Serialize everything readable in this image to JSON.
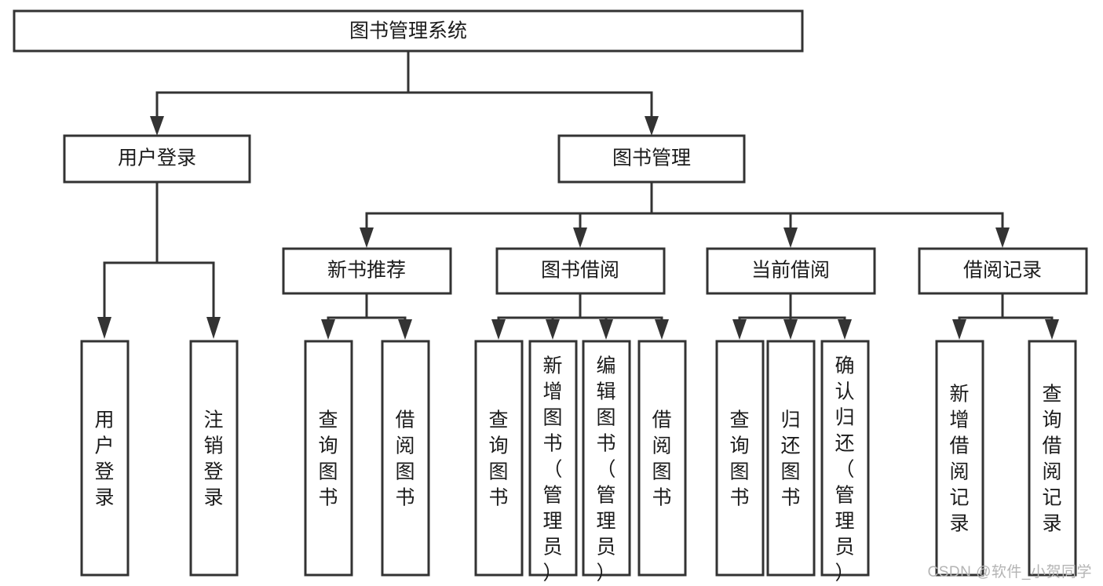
{
  "diagram": {
    "title": "图书管理系统",
    "type": "tree-hierarchy-chart",
    "root": {
      "id": "root",
      "label": "图书管理系统",
      "orientation": "horizontal"
    },
    "level2": [
      {
        "id": "user-login",
        "label": "用户登录",
        "orientation": "horizontal"
      },
      {
        "id": "book-manage",
        "label": "图书管理",
        "orientation": "horizontal"
      }
    ],
    "level3": [
      {
        "id": "new-book-recommend",
        "label": "新书推荐",
        "parent": "book-manage",
        "orientation": "horizontal"
      },
      {
        "id": "book-borrow",
        "label": "图书借阅",
        "parent": "book-manage",
        "orientation": "horizontal"
      },
      {
        "id": "current-borrow",
        "label": "当前借阅",
        "parent": "book-manage",
        "orientation": "horizontal"
      },
      {
        "id": "borrow-record",
        "label": "借阅记录",
        "parent": "book-manage",
        "orientation": "horizontal"
      }
    ],
    "leaves": [
      {
        "id": "leaf-user-login",
        "label": "用户登录",
        "parent": "user-login",
        "orientation": "vertical"
      },
      {
        "id": "leaf-logout-login",
        "label": "注销登录",
        "parent": "user-login",
        "orientation": "vertical"
      },
      {
        "id": "leaf-query-book-1",
        "label": "查询图书",
        "parent": "new-book-recommend",
        "orientation": "vertical"
      },
      {
        "id": "leaf-borrow-book-1",
        "label": "借阅图书",
        "parent": "new-book-recommend",
        "orientation": "vertical"
      },
      {
        "id": "leaf-query-book-2",
        "label": "查询图书",
        "parent": "book-borrow",
        "orientation": "vertical"
      },
      {
        "id": "leaf-add-book",
        "label": "新增图书（管理员）",
        "parent": "book-borrow",
        "orientation": "vertical"
      },
      {
        "id": "leaf-edit-book",
        "label": "编辑图书（管理员）",
        "parent": "book-borrow",
        "orientation": "vertical"
      },
      {
        "id": "leaf-borrow-book-2",
        "label": "借阅图书",
        "parent": "book-borrow",
        "orientation": "vertical"
      },
      {
        "id": "leaf-query-book-3",
        "label": "查询图书",
        "parent": "current-borrow",
        "orientation": "vertical"
      },
      {
        "id": "leaf-return-book",
        "label": "归还图书",
        "parent": "current-borrow",
        "orientation": "vertical"
      },
      {
        "id": "leaf-confirm-return",
        "label": "确认归还（管理员）",
        "parent": "current-borrow",
        "orientation": "vertical"
      },
      {
        "id": "leaf-add-record",
        "label": "新增借阅记录",
        "parent": "borrow-record",
        "orientation": "vertical"
      },
      {
        "id": "leaf-query-record",
        "label": "查询借阅记录",
        "parent": "borrow-record",
        "orientation": "vertical"
      }
    ]
  },
  "watermark": {
    "text": "CSDN @软件_小贺同学"
  },
  "colors": {
    "stroke": "#333333",
    "fill": "#ffffff",
    "text": "#1b1b1b",
    "watermark": "#b4b4b4"
  }
}
